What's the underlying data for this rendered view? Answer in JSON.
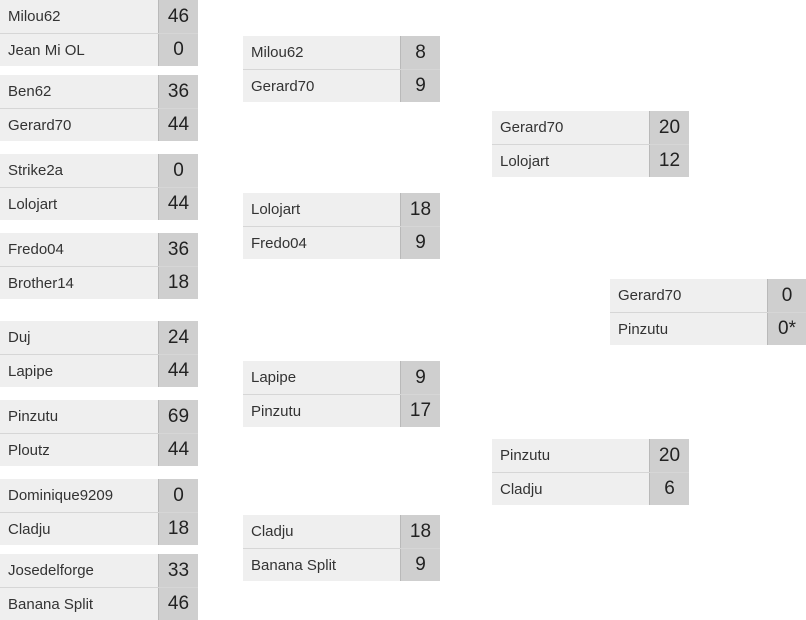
{
  "round1": [
    {
      "players": [
        {
          "name": "Milou62",
          "score": "46"
        },
        {
          "name": "Jean Mi OL",
          "score": "0"
        }
      ]
    },
    {
      "players": [
        {
          "name": "Ben62",
          "score": "36"
        },
        {
          "name": "Gerard70",
          "score": "44"
        }
      ]
    },
    {
      "players": [
        {
          "name": "Strike2a",
          "score": "0"
        },
        {
          "name": "Lolojart",
          "score": "44"
        }
      ]
    },
    {
      "players": [
        {
          "name": "Fredo04",
          "score": "36"
        },
        {
          "name": "Brother14",
          "score": "18"
        }
      ]
    },
    {
      "players": [
        {
          "name": "Duj",
          "score": "24"
        },
        {
          "name": "Lapipe",
          "score": "44"
        }
      ]
    },
    {
      "players": [
        {
          "name": "Pinzutu",
          "score": "69"
        },
        {
          "name": "Ploutz",
          "score": "44"
        }
      ]
    },
    {
      "players": [
        {
          "name": "Dominique9209",
          "score": "0"
        },
        {
          "name": "Cladju",
          "score": "18"
        }
      ]
    },
    {
      "players": [
        {
          "name": "Josedelforge",
          "score": "33"
        },
        {
          "name": "Banana Split",
          "score": "46"
        }
      ]
    }
  ],
  "round2": [
    {
      "players": [
        {
          "name": "Milou62",
          "score": "8"
        },
        {
          "name": "Gerard70",
          "score": "9"
        }
      ]
    },
    {
      "players": [
        {
          "name": "Lolojart",
          "score": "18"
        },
        {
          "name": "Fredo04",
          "score": "9"
        }
      ]
    },
    {
      "players": [
        {
          "name": "Lapipe",
          "score": "9"
        },
        {
          "name": "Pinzutu",
          "score": "17"
        }
      ]
    },
    {
      "players": [
        {
          "name": "Cladju",
          "score": "18"
        },
        {
          "name": "Banana Split",
          "score": "9"
        }
      ]
    }
  ],
  "semifinals": [
    {
      "players": [
        {
          "name": "Gerard70",
          "score": "20"
        },
        {
          "name": "Lolojart",
          "score": "12"
        }
      ]
    },
    {
      "players": [
        {
          "name": "Pinzutu",
          "score": "20"
        },
        {
          "name": "Cladju",
          "score": "6"
        }
      ]
    }
  ],
  "final": [
    {
      "players": [
        {
          "name": "Gerard70",
          "score": "0"
        },
        {
          "name": "Pinzutu",
          "score": "0*"
        }
      ]
    }
  ]
}
